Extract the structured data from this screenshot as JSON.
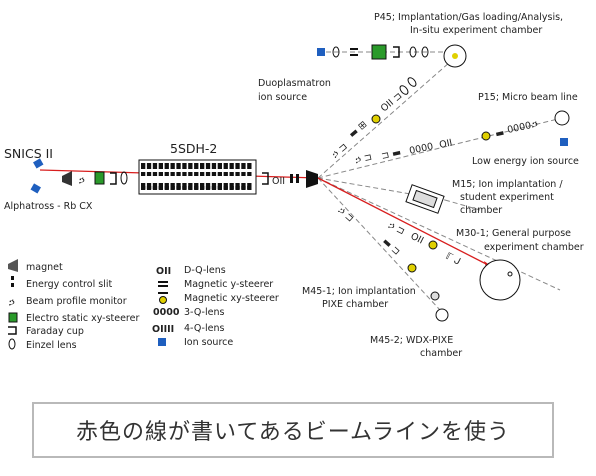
{
  "labels": {
    "p45": "P45; Implantation/Gas loading/Analysis,",
    "p45_sub": "In-situ experiment chamber",
    "duoplasmatron": "Duoplasmatron",
    "duoplasmatron_sub": "ion source",
    "p15": "P15; Micro beam line",
    "low_energy": "Low energy  ion source",
    "snics": "SNICS II",
    "alphatross": "Alphatross - Rb CX",
    "accelerator": "5SDH-2",
    "m15": "M15; Ion implantation /",
    "m15_sub1": "student experiment",
    "m15_sub2": "chamber",
    "m30": "M30-1; General purpose",
    "m30_sub": "experiment chamber",
    "m45_1": "M45-1; Ion implantation",
    "m45_1_sub": "PIXE chamber",
    "m45_2": "M45-2; WDX-PIXE",
    "m45_2_sub": "chamber"
  },
  "legend_left": [
    {
      "label": "magnet",
      "icon": "magnet-icon"
    },
    {
      "label": "Energy control slit",
      "icon": "slit-icon"
    },
    {
      "label": "Beam profile monitor",
      "icon": "beam-profile-monitor-icon"
    },
    {
      "label": "Electro static xy-steerer",
      "icon": "electrostatic-steerer-icon"
    },
    {
      "label": "Faraday cup",
      "icon": "faraday-cup-icon"
    },
    {
      "label": "Einzel lens",
      "icon": "einzel-lens-icon"
    }
  ],
  "legend_right": [
    {
      "label": "D-Q-lens",
      "icon": "d-q-lens-icon"
    },
    {
      "label": "Magnetic y-steerer",
      "icon": "magnetic-y-steerer-icon"
    },
    {
      "label": "Magnetic xy-steerer",
      "icon": "magnetic-xy-steerer-icon"
    },
    {
      "label": "3-Q-lens",
      "icon": "3-q-lens-icon"
    },
    {
      "label": "4-Q-lens",
      "icon": "4-q-lens-icon"
    },
    {
      "label": "Ion source",
      "icon": "ion-source-icon"
    }
  ],
  "caption": "赤色の線が書いてあるビームラインを使う",
  "colors": {
    "beam_highlight": "#d81e1e",
    "beamline": "#888888",
    "ion_source": "#1f5fbf",
    "steerer": "#2a9a2a",
    "magnetic_steerer": "#e0d000"
  }
}
